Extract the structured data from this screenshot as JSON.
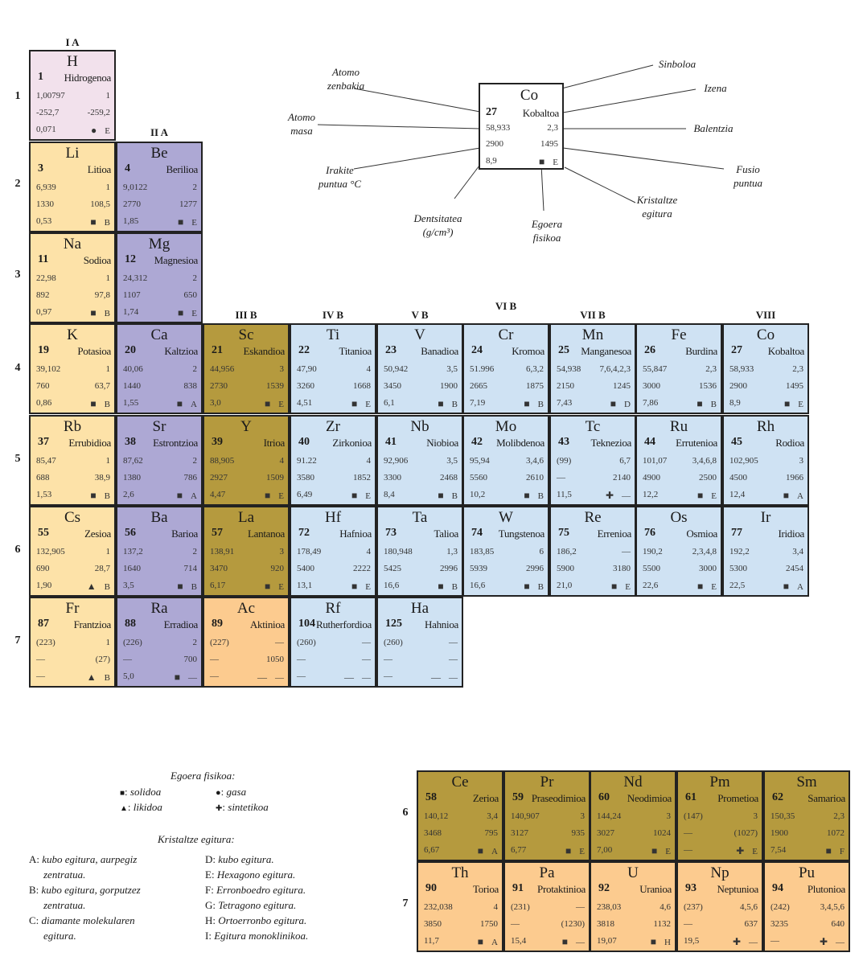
{
  "groups": {
    "ia": "I A",
    "iia": "II A",
    "iiib": "III B",
    "ivb": "IV B",
    "vb": "V B",
    "vib": "VI B",
    "viib": "VII B",
    "viii": "VIII"
  },
  "periods": [
    "1",
    "2",
    "3",
    "4",
    "5",
    "6",
    "7"
  ],
  "lanthanide_periods": [
    "6",
    "7"
  ],
  "colors": {
    "hydrogen": "#f2e1ec",
    "alkali": "#fde2a8",
    "alkaline_earth": "#ada8d4",
    "group3": "#b59a3e",
    "transition": "#cfe2f3",
    "actinium": "#fccb8f",
    "lanthanide": "#b59a3e",
    "actinide": "#fccb8f"
  },
  "state_icons": {
    "solid": "■",
    "gas": "●",
    "liquid": "▲",
    "synthetic": "✚"
  },
  "key": {
    "symbol": "Co",
    "number": "27",
    "name": "Kobaltoa",
    "mass": "58,933",
    "valence": "2,3",
    "boiling": "2900",
    "melting": "1495",
    "density": "8,9",
    "state": "■",
    "structure": "E",
    "labels": {
      "atomic_number": [
        "Atomo",
        "zenbakia"
      ],
      "atomic_mass": [
        "Atomo",
        "masa"
      ],
      "boiling": [
        "Irakite",
        "puntua °C"
      ],
      "density": [
        "Dentsitatea",
        "(g/cm³)"
      ],
      "state": [
        "Egoera",
        "fisikoa"
      ],
      "structure": [
        "Kristaltze",
        "egitura"
      ],
      "melting": [
        "Fusio",
        "puntua"
      ],
      "valence": [
        "Balentzia"
      ],
      "name": [
        "Izena"
      ],
      "symbol": [
        "Sinboloa"
      ]
    }
  },
  "elements": [
    {
      "sym": "H",
      "num": "1",
      "name": "Hidrogenoa",
      "mass": "1,00797",
      "val": "1",
      "boil": "-252,7",
      "melt": "-259,2",
      "dens": "0,071",
      "state": "●",
      "struct": "E",
      "cls": "c-h",
      "col": 0,
      "row": 0
    },
    {
      "sym": "Li",
      "num": "3",
      "name": "Litioa",
      "mass": "6,939",
      "val": "1",
      "boil": "1330",
      "melt": "108,5",
      "dens": "0,53",
      "state": "■",
      "struct": "B",
      "cls": "c-alk",
      "col": 0,
      "row": 1
    },
    {
      "sym": "Be",
      "num": "4",
      "name": "Berilioa",
      "mass": "9,0122",
      "val": "2",
      "boil": "2770",
      "melt": "1277",
      "dens": "1,85",
      "state": "■",
      "struct": "E",
      "cls": "c-ae",
      "col": 1,
      "row": 1
    },
    {
      "sym": "Na",
      "num": "11",
      "name": "Sodioa",
      "mass": "22,98",
      "val": "1",
      "boil": "892",
      "melt": "97,8",
      "dens": "0,97",
      "state": "■",
      "struct": "B",
      "cls": "c-alk",
      "col": 0,
      "row": 2
    },
    {
      "sym": "Mg",
      "num": "12",
      "name": "Magnesioa",
      "mass": "24,312",
      "val": "2",
      "boil": "1107",
      "melt": "650",
      "dens": "1,74",
      "state": "■",
      "struct": "E",
      "cls": "c-ae",
      "col": 1,
      "row": 2
    },
    {
      "sym": "K",
      "num": "19",
      "name": "Potasioa",
      "mass": "39,102",
      "val": "1",
      "boil": "760",
      "melt": "63,7",
      "dens": "0,86",
      "state": "■",
      "struct": "B",
      "cls": "c-alk",
      "col": 0,
      "row": 3
    },
    {
      "sym": "Ca",
      "num": "20",
      "name": "Kaltzioa",
      "mass": "40,06",
      "val": "2",
      "boil": "1440",
      "melt": "838",
      "dens": "1,55",
      "state": "■",
      "struct": "A",
      "cls": "c-ae",
      "col": 1,
      "row": 3
    },
    {
      "sym": "Sc",
      "num": "21",
      "name": "Eskandioa",
      "mass": "44,956",
      "val": "3",
      "boil": "2730",
      "melt": "1539",
      "dens": "3,0",
      "state": "■",
      "struct": "E",
      "cls": "c-sc",
      "col": 2,
      "row": 3
    },
    {
      "sym": "Ti",
      "num": "22",
      "name": "Titanioa",
      "mass": "47,90",
      "val": "4",
      "boil": "3260",
      "melt": "1668",
      "dens": "4,51",
      "state": "■",
      "struct": "E",
      "cls": "c-tm",
      "col": 3,
      "row": 3
    },
    {
      "sym": "V",
      "num": "23",
      "name": "Banadioa",
      "mass": "50,942",
      "val": "3,5",
      "boil": "3450",
      "melt": "1900",
      "dens": "6,1",
      "state": "■",
      "struct": "B",
      "cls": "c-tm",
      "col": 4,
      "row": 3
    },
    {
      "sym": "Cr",
      "num": "24",
      "name": "Kromoa",
      "mass": "51.996",
      "val": "6,3,2",
      "boil": "2665",
      "melt": "1875",
      "dens": "7,19",
      "state": "■",
      "struct": "B",
      "cls": "c-tm",
      "col": 5,
      "row": 3
    },
    {
      "sym": "Mn",
      "num": "25",
      "name": "Manganesoa",
      "mass": "54,938",
      "val": "7,6,4,2,3",
      "boil": "2150",
      "melt": "1245",
      "dens": "7,43",
      "state": "■",
      "struct": "D",
      "cls": "c-tm",
      "col": 6,
      "row": 3
    },
    {
      "sym": "Fe",
      "num": "26",
      "name": "Burdina",
      "mass": "55,847",
      "val": "2,3",
      "boil": "3000",
      "melt": "1536",
      "dens": "7,86",
      "state": "■",
      "struct": "B",
      "cls": "c-tm",
      "col": 7,
      "row": 3
    },
    {
      "sym": "Co",
      "num": "27",
      "name": "Kobaltoa",
      "mass": "58,933",
      "val": "2,3",
      "boil": "2900",
      "melt": "1495",
      "dens": "8,9",
      "state": "■",
      "struct": "E",
      "cls": "c-tm",
      "col": 8,
      "row": 3
    },
    {
      "sym": "Rb",
      "num": "37",
      "name": "Errubidioa",
      "mass": "85,47",
      "val": "1",
      "boil": "688",
      "melt": "38,9",
      "dens": "1,53",
      "state": "■",
      "struct": "B",
      "cls": "c-alk",
      "col": 0,
      "row": 4
    },
    {
      "sym": "Sr",
      "num": "38",
      "name": "Estrontzioa",
      "mass": "87,62",
      "val": "2",
      "boil": "1380",
      "melt": "786",
      "dens": "2,6",
      "state": "■",
      "struct": "A",
      "cls": "c-ae",
      "col": 1,
      "row": 4
    },
    {
      "sym": "Y",
      "num": "39",
      "name": "Itrioa",
      "mass": "88,905",
      "val": "4",
      "boil": "2927",
      "melt": "1509",
      "dens": "4,47",
      "state": "■",
      "struct": "E",
      "cls": "c-sc",
      "col": 2,
      "row": 4
    },
    {
      "sym": "Zr",
      "num": "40",
      "name": "Zirkonioa",
      "mass": "91.22",
      "val": "4",
      "boil": "3580",
      "melt": "1852",
      "dens": "6,49",
      "state": "■",
      "struct": "E",
      "cls": "c-tm",
      "col": 3,
      "row": 4
    },
    {
      "sym": "Nb",
      "num": "41",
      "name": "Niobioa",
      "mass": "92,906",
      "val": "3,5",
      "boil": "3300",
      "melt": "2468",
      "dens": "8,4",
      "state": "■",
      "struct": "B",
      "cls": "c-tm",
      "col": 4,
      "row": 4
    },
    {
      "sym": "Mo",
      "num": "42",
      "name": "Molibdenoa",
      "mass": "95,94",
      "val": "3,4,6",
      "boil": "5560",
      "melt": "2610",
      "dens": "10,2",
      "state": "■",
      "struct": "B",
      "cls": "c-tm",
      "col": 5,
      "row": 4
    },
    {
      "sym": "Tc",
      "num": "43",
      "name": "Teknezioa",
      "mass": "(99)",
      "val": "6,7",
      "boil": "—",
      "melt": "2140",
      "dens": "11,5",
      "state": "✚",
      "struct": "—",
      "cls": "c-tm",
      "col": 6,
      "row": 4
    },
    {
      "sym": "Ru",
      "num": "44",
      "name": "Errutenioa",
      "mass": "101,07",
      "val": "3,4,6,8",
      "boil": "4900",
      "melt": "2500",
      "dens": "12,2",
      "state": "■",
      "struct": "E",
      "cls": "c-tm",
      "col": 7,
      "row": 4
    },
    {
      "sym": "Rh",
      "num": "45",
      "name": "Rodioa",
      "mass": "102,905",
      "val": "3",
      "boil": "4500",
      "melt": "1966",
      "dens": "12,4",
      "state": "■",
      "struct": "A",
      "cls": "c-tm",
      "col": 8,
      "row": 4
    },
    {
      "sym": "Cs",
      "num": "55",
      "name": "Zesioa",
      "mass": "132,905",
      "val": "1",
      "boil": "690",
      "melt": "28,7",
      "dens": "1,90",
      "state": "▲",
      "struct": "B",
      "cls": "c-alk",
      "col": 0,
      "row": 5
    },
    {
      "sym": "Ba",
      "num": "56",
      "name": "Barioa",
      "mass": "137,2",
      "val": "2",
      "boil": "1640",
      "melt": "714",
      "dens": "3,5",
      "state": "■",
      "struct": "B",
      "cls": "c-ae",
      "col": 1,
      "row": 5
    },
    {
      "sym": "La",
      "num": "57",
      "name": "Lantanoa",
      "mass": "138,91",
      "val": "3",
      "boil": "3470",
      "melt": "920",
      "dens": "6,17",
      "state": "■",
      "struct": "E",
      "cls": "c-sc",
      "col": 2,
      "row": 5
    },
    {
      "sym": "Hf",
      "num": "72",
      "name": "Hafnioa",
      "mass": "178,49",
      "val": "4",
      "boil": "5400",
      "melt": "2222",
      "dens": "13,1",
      "state": "■",
      "struct": "E",
      "cls": "c-tm",
      "col": 3,
      "row": 5
    },
    {
      "sym": "Ta",
      "num": "73",
      "name": "Talioa",
      "mass": "180,948",
      "val": "1,3",
      "boil": "5425",
      "melt": "2996",
      "dens": "16,6",
      "state": "■",
      "struct": "B",
      "cls": "c-tm",
      "col": 4,
      "row": 5
    },
    {
      "sym": "W",
      "num": "74",
      "name": "Tungstenoa",
      "mass": "183,85",
      "val": "6",
      "boil": "5939",
      "melt": "2996",
      "dens": "16,6",
      "state": "■",
      "struct": "B",
      "cls": "c-tm",
      "col": 5,
      "row": 5
    },
    {
      "sym": "Re",
      "num": "75",
      "name": "Errenioa",
      "mass": "186,2",
      "val": "—",
      "boil": "5900",
      "melt": "3180",
      "dens": "21,0",
      "state": "■",
      "struct": "E",
      "cls": "c-tm",
      "col": 6,
      "row": 5
    },
    {
      "sym": "Os",
      "num": "76",
      "name": "Osmioa",
      "mass": "190,2",
      "val": "2,3,4,8",
      "boil": "5500",
      "melt": "3000",
      "dens": "22,6",
      "state": "■",
      "struct": "E",
      "cls": "c-tm",
      "col": 7,
      "row": 5
    },
    {
      "sym": "Ir",
      "num": "77",
      "name": "Iridioa",
      "mass": "192,2",
      "val": "3,4",
      "boil": "5300",
      "melt": "2454",
      "dens": "22,5",
      "state": "■",
      "struct": "A",
      "cls": "c-tm",
      "col": 8,
      "row": 5
    },
    {
      "sym": "Fr",
      "num": "87",
      "name": "Frantzioa",
      "mass": "(223)",
      "val": "1",
      "boil": "—",
      "melt": "(27)",
      "dens": "—",
      "state": "▲",
      "struct": "B",
      "cls": "c-alk",
      "col": 0,
      "row": 6
    },
    {
      "sym": "Ra",
      "num": "88",
      "name": "Erradioa",
      "mass": "(226)",
      "val": "2",
      "boil": "—",
      "melt": "700",
      "dens": "5,0",
      "state": "■",
      "struct": "—",
      "cls": "c-ae",
      "col": 1,
      "row": 6
    },
    {
      "sym": "Ac",
      "num": "89",
      "name": "Aktinioa",
      "mass": "(227)",
      "val": "—",
      "boil": "—",
      "melt": "1050",
      "dens": "—",
      "state": "—",
      "struct": "—",
      "cls": "c-ac",
      "col": 2,
      "row": 6
    },
    {
      "sym": "Rf",
      "num": "104",
      "name": "Rutherfordioa",
      "mass": "(260)",
      "val": "—",
      "boil": "—",
      "melt": "—",
      "dens": "—",
      "state": "—",
      "struct": "—",
      "cls": "c-tm",
      "col": 3,
      "row": 6
    },
    {
      "sym": "Ha",
      "num": "125",
      "name": "Hahnioa",
      "mass": "(260)",
      "val": "—",
      "boil": "—",
      "melt": "—",
      "dens": "—",
      "state": "—",
      "struct": "—",
      "cls": "c-tm",
      "col": 4,
      "row": 6
    }
  ],
  "f_block": [
    {
      "sym": "Ce",
      "num": "58",
      "name": "Zerioa",
      "mass": "140,12",
      "val": "3,4",
      "boil": "3468",
      "melt": "795",
      "dens": "6,67",
      "state": "■",
      "struct": "A",
      "cls": "c-ln",
      "col": 0,
      "row": 0
    },
    {
      "sym": "Pr",
      "num": "59",
      "name": "Praseodimioa",
      "mass": "140,907",
      "val": "3",
      "boil": "3127",
      "melt": "935",
      "dens": "6,77",
      "state": "■",
      "struct": "E",
      "cls": "c-ln",
      "col": 1,
      "row": 0
    },
    {
      "sym": "Nd",
      "num": "60",
      "name": "Neodimioa",
      "mass": "144,24",
      "val": "3",
      "boil": "3027",
      "melt": "1024",
      "dens": "7,00",
      "state": "■",
      "struct": "E",
      "cls": "c-ln",
      "col": 2,
      "row": 0
    },
    {
      "sym": "Pm",
      "num": "61",
      "name": "Prometioa",
      "mass": "(147)",
      "val": "3",
      "boil": "—",
      "melt": "(1027)",
      "dens": "—",
      "state": "✚",
      "struct": "E",
      "cls": "c-ln",
      "col": 3,
      "row": 0
    },
    {
      "sym": "Sm",
      "num": "62",
      "name": "Samarioa",
      "mass": "150,35",
      "val": "2,3",
      "boil": "1900",
      "melt": "1072",
      "dens": "7,54",
      "state": "■",
      "struct": "F",
      "cls": "c-ln",
      "col": 4,
      "row": 0
    },
    {
      "sym": "Th",
      "num": "90",
      "name": "Torioa",
      "mass": "232,038",
      "val": "4",
      "boil": "3850",
      "melt": "1750",
      "dens": "11,7",
      "state": "■",
      "struct": "A",
      "cls": "c-act",
      "col": 0,
      "row": 1
    },
    {
      "sym": "Pa",
      "num": "91",
      "name": "Protaktinioa",
      "mass": "(231)",
      "val": "—",
      "boil": "—",
      "melt": "(1230)",
      "dens": "15,4",
      "state": "■",
      "struct": "—",
      "cls": "c-act",
      "col": 1,
      "row": 1
    },
    {
      "sym": "U",
      "num": "92",
      "name": "Uranioa",
      "mass": "238,03",
      "val": "4,6",
      "boil": "3818",
      "melt": "1132",
      "dens": "19,07",
      "state": "■",
      "struct": "H",
      "cls": "c-act",
      "col": 2,
      "row": 1
    },
    {
      "sym": "Np",
      "num": "93",
      "name": "Neptunioa",
      "mass": "(237)",
      "val": "4,5,6",
      "boil": "—",
      "melt": "637",
      "dens": "19,5",
      "state": "✚",
      "struct": "—",
      "cls": "c-act",
      "col": 3,
      "row": 1
    },
    {
      "sym": "Pu",
      "num": "94",
      "name": "Plutonioa",
      "mass": "(242)",
      "val": "3,4,5,6",
      "boil": "3235",
      "melt": "640",
      "dens": "—",
      "state": "✚",
      "struct": "—",
      "cls": "c-act",
      "col": 4,
      "row": 1
    }
  ],
  "legend": {
    "state_title": "Egoera fisikoa:",
    "states": [
      {
        "icon": "■",
        "label": "solidoa"
      },
      {
        "icon": "●",
        "label": "gasa"
      },
      {
        "icon": "▲",
        "label": "likidoa"
      },
      {
        "icon": "✚",
        "label": "sintetikoa"
      }
    ],
    "structure_title": "Kristaltze egitura:",
    "structures": [
      {
        "code": "A:",
        "line1": "kubo egitura, aurpegiz",
        "line2": "zentratua."
      },
      {
        "code": "B:",
        "line1": "kubo egitura, gorputzez",
        "line2": "zentratua."
      },
      {
        "code": "C:",
        "line1": "diamante molekularen",
        "line2": "egitura."
      },
      {
        "code": "D:",
        "line1": "kubo egitura.",
        "line2": ""
      },
      {
        "code": "E:",
        "line1": "Hexagono egitura.",
        "line2": ""
      },
      {
        "code": "F:",
        "line1": "Erronboedro egitura.",
        "line2": ""
      },
      {
        "code": "G:",
        "line1": "Tetragono egitura.",
        "line2": ""
      },
      {
        "code": "H:",
        "line1": "Ortoerronbo egitura.",
        "line2": ""
      },
      {
        "code": "I:",
        "line1": "Egitura monoklinikoa.",
        "line2": ""
      }
    ]
  }
}
